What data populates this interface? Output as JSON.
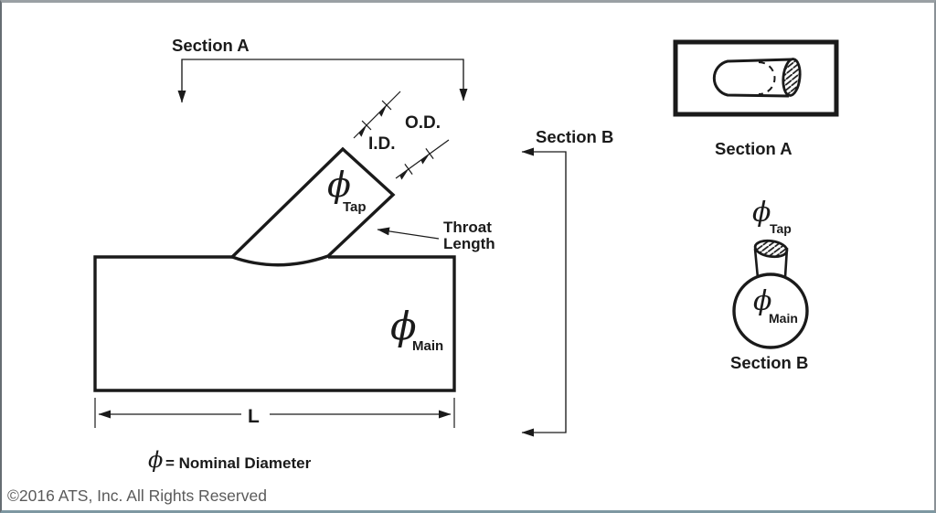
{
  "diagram": {
    "callouts": {
      "section_a": "Section A",
      "section_b": "Section B"
    },
    "dimensions": {
      "od": "O.D.",
      "id": "I.D.",
      "length": "L",
      "throat_line1": "Throat",
      "throat_line2": "Length"
    },
    "labels": {
      "phi": "ϕ",
      "tap_sub": "Tap",
      "main_sub": "Main"
    },
    "section_a_view": {
      "caption": "Section A"
    },
    "section_b_view": {
      "caption": "Section B",
      "phi": "ϕ",
      "tap_sub": "Tap",
      "main_sub": "Main"
    },
    "legend": {
      "phi": "ϕ",
      "text": "= Nominal Diameter"
    },
    "copyright": "©2016 ATS, Inc. All Rights Reserved",
    "colors": {
      "ink": "#1a1a1a",
      "copyright_gray": "#5a5a5a",
      "border_gray": "#8d979c"
    }
  }
}
